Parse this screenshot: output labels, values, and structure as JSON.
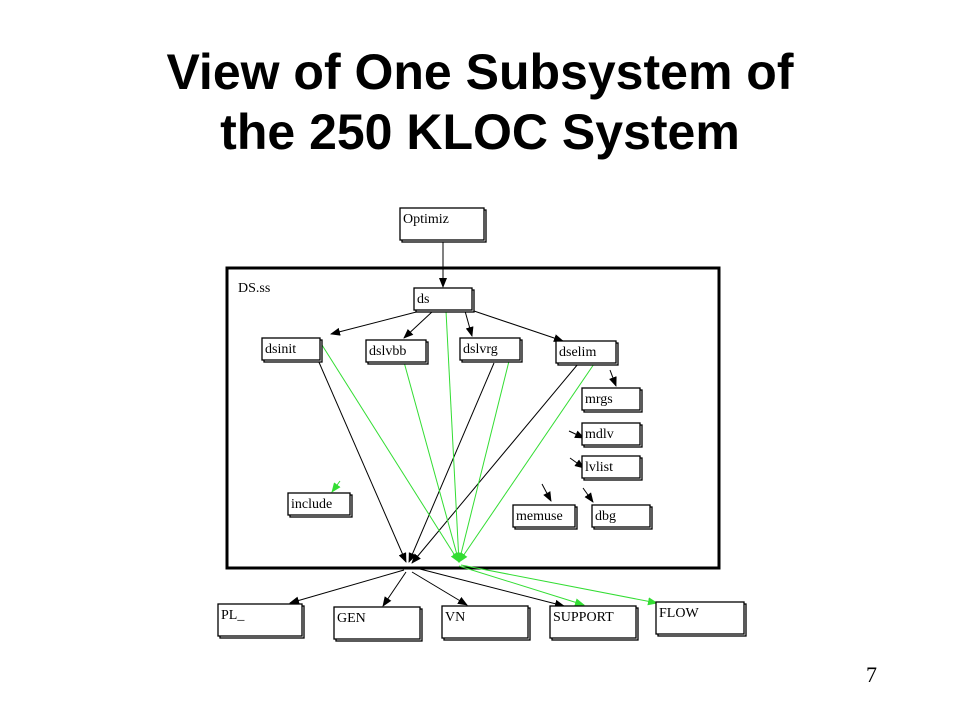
{
  "slide": {
    "title_line1": "View of One Subsystem of",
    "title_line2": "the 250 KLOC System",
    "page_number": "7"
  },
  "colors": {
    "black_edge": "#000000",
    "green_edge": "#33dd33"
  },
  "container": {
    "id": "dsss",
    "label": "DS.ss"
  },
  "nodes": [
    {
      "id": "optimiz",
      "label": "Optimiz"
    },
    {
      "id": "ds",
      "label": "ds"
    },
    {
      "id": "dsinit",
      "label": "dsinit"
    },
    {
      "id": "dslvbb",
      "label": "dslvbb"
    },
    {
      "id": "dslvrg",
      "label": "dslvrg"
    },
    {
      "id": "dselim",
      "label": "dselim"
    },
    {
      "id": "mrgs",
      "label": "mrgs"
    },
    {
      "id": "mdlv",
      "label": "mdlv"
    },
    {
      "id": "lvlist",
      "label": "lvlist"
    },
    {
      "id": "include",
      "label": "include"
    },
    {
      "id": "memuse",
      "label": "memuse"
    },
    {
      "id": "dbg",
      "label": "dbg"
    },
    {
      "id": "pl",
      "label": "PL_"
    },
    {
      "id": "gen",
      "label": "GEN"
    },
    {
      "id": "vn",
      "label": "VN"
    },
    {
      "id": "support",
      "label": "SUPPORT"
    },
    {
      "id": "flow",
      "label": "FLOW"
    }
  ],
  "edges": [
    {
      "from": "optimiz",
      "to": "ds",
      "color": "black"
    },
    {
      "from": "ds",
      "to": "dsinit",
      "color": "black"
    },
    {
      "from": "ds",
      "to": "dslvbb",
      "color": "black"
    },
    {
      "from": "ds",
      "to": "dslvrg",
      "color": "black"
    },
    {
      "from": "ds",
      "to": "dselim",
      "color": "black"
    },
    {
      "from": "dsinit",
      "to": "hub",
      "color": "black"
    },
    {
      "from": "dslvrg",
      "to": "hub",
      "color": "black"
    },
    {
      "from": "dselim",
      "to": "hub",
      "color": "black"
    },
    {
      "from": "ds",
      "to": "green_hub",
      "color": "green"
    },
    {
      "from": "dsinit",
      "to": "green_hub",
      "color": "green"
    },
    {
      "from": "dslvbb",
      "to": "green_hub",
      "color": "green"
    },
    {
      "from": "dslvrg",
      "to": "green_hub",
      "color": "green"
    },
    {
      "from": "dselim",
      "to": "green_hub",
      "color": "green"
    },
    {
      "from": "hub",
      "to": "pl",
      "color": "black"
    },
    {
      "from": "hub",
      "to": "gen",
      "color": "black"
    },
    {
      "from": "hub",
      "to": "vn",
      "color": "black"
    },
    {
      "from": "hub",
      "to": "support",
      "color": "black"
    },
    {
      "from": "green_hub",
      "to": "support",
      "color": "green"
    },
    {
      "from": "green_hub",
      "to": "flow",
      "color": "green"
    }
  ]
}
